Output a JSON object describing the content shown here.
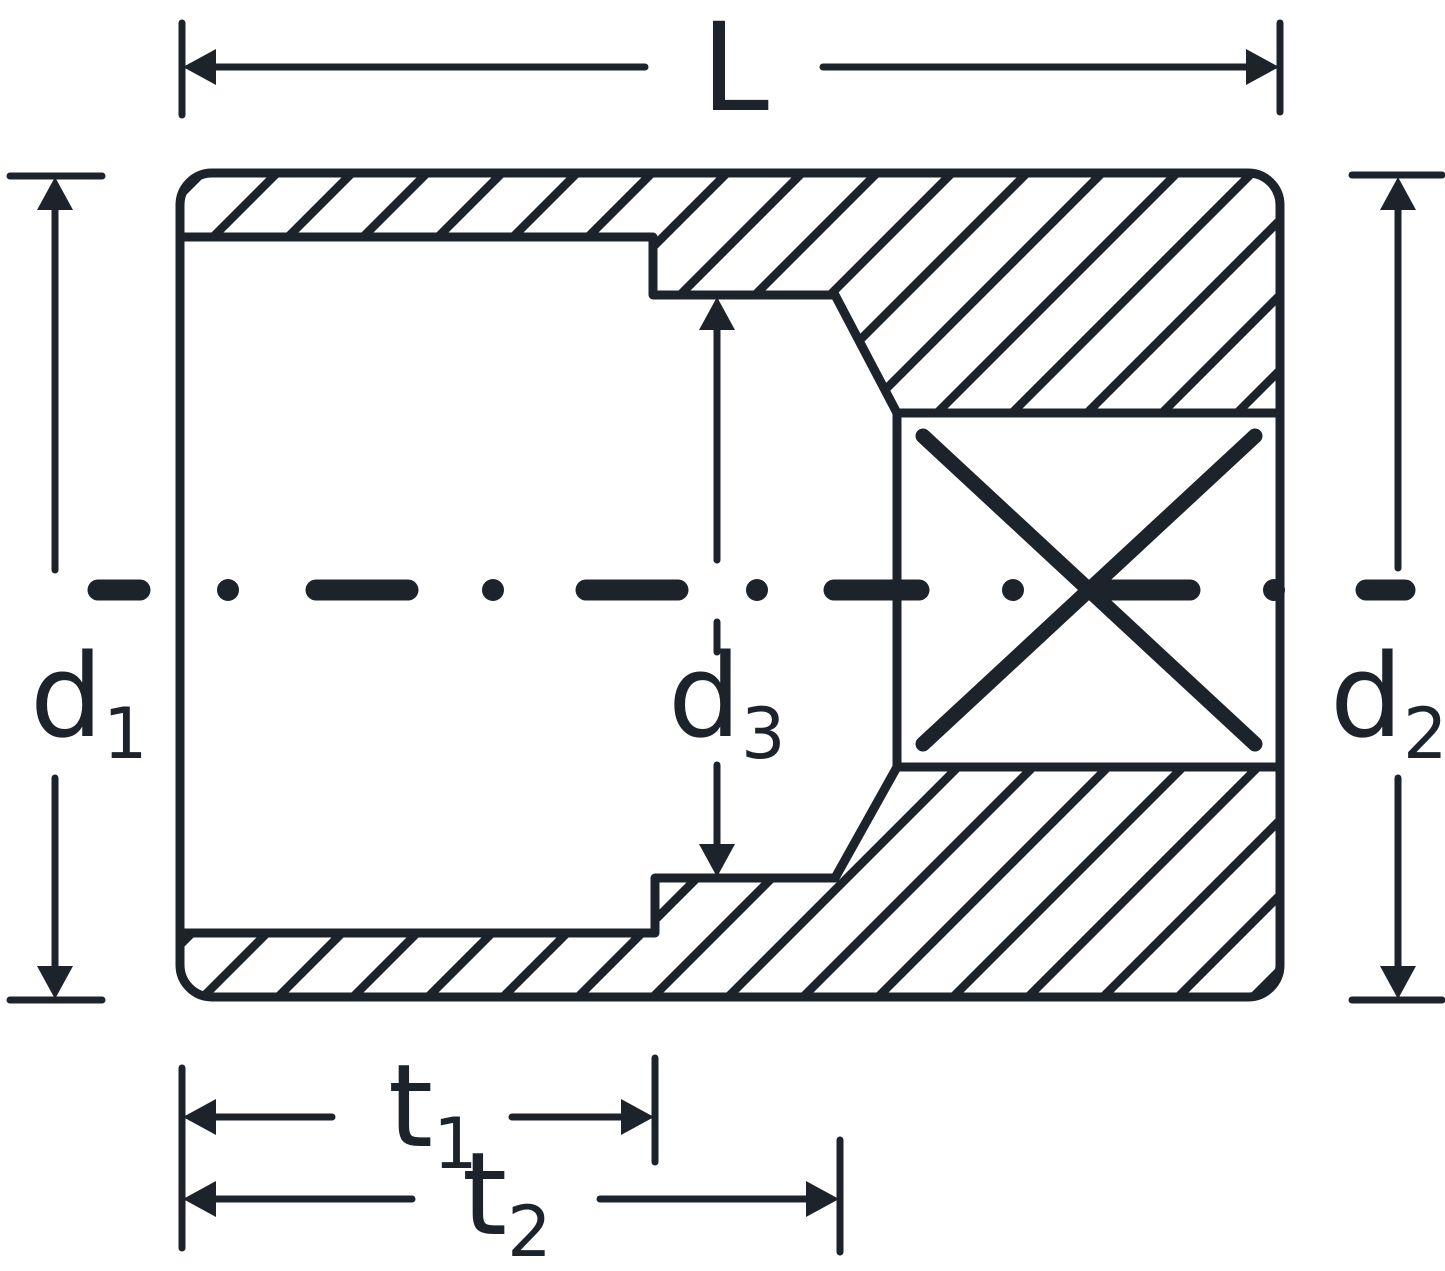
{
  "colors": {
    "ink": "#1c232b",
    "paper": "#ffffff"
  },
  "dimensions": {
    "L": {
      "base": "L",
      "sub": ""
    },
    "d1": {
      "base": "d",
      "sub": "1"
    },
    "d2": {
      "base": "d",
      "sub": "2"
    },
    "d3": {
      "base": "d",
      "sub": "3"
    },
    "t1": {
      "base": "t",
      "sub": "1"
    },
    "t2": {
      "base": "t",
      "sub": "2"
    }
  }
}
